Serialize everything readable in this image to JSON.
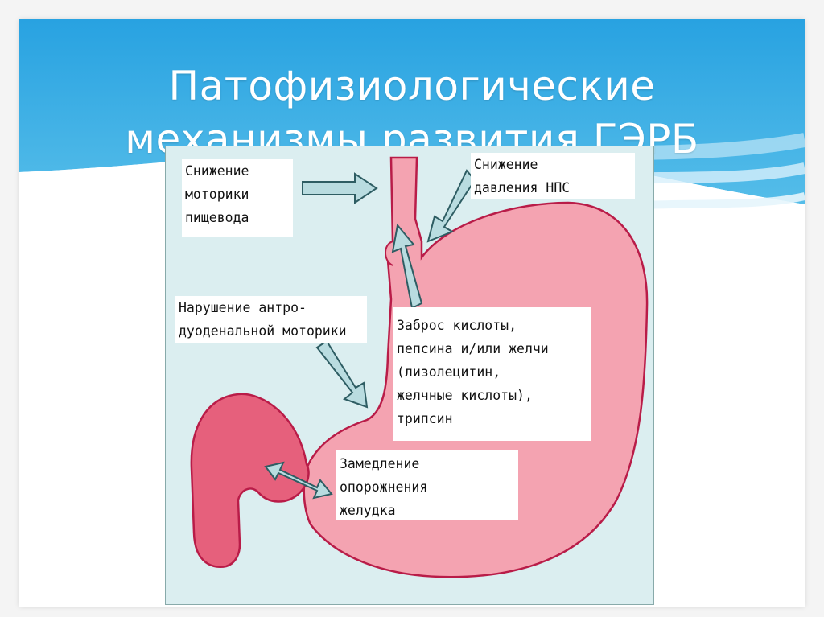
{
  "title": {
    "line1": "Патофизиологические",
    "line2": "механизмы развития ГЭРБ"
  },
  "labels": {
    "esophageal_motility": [
      "Снижение",
      "моторики",
      "пищевода"
    ],
    "les_pressure": [
      "Снижение",
      "давления НПС"
    ],
    "antroduodenal": [
      "Нарушение антро-",
      "дуоденальной моторики"
    ],
    "reflux": [
      "Заброс кислоты,",
      "пепсина и/или желчи",
      "(лизолецитин,",
      "желчные кислоты),",
      "трипсин"
    ],
    "gastric_emptying": [
      "Замедление",
      "опорожнения",
      "желудка"
    ]
  },
  "colors": {
    "header_blue": "#29a3e2",
    "stomach_pink": "#f4a3b1",
    "duodenum_pink": "#e6607c",
    "outline": "#b91c48",
    "arrow_fill": "#b9dce0",
    "arrow_stroke": "#2e5d63"
  }
}
